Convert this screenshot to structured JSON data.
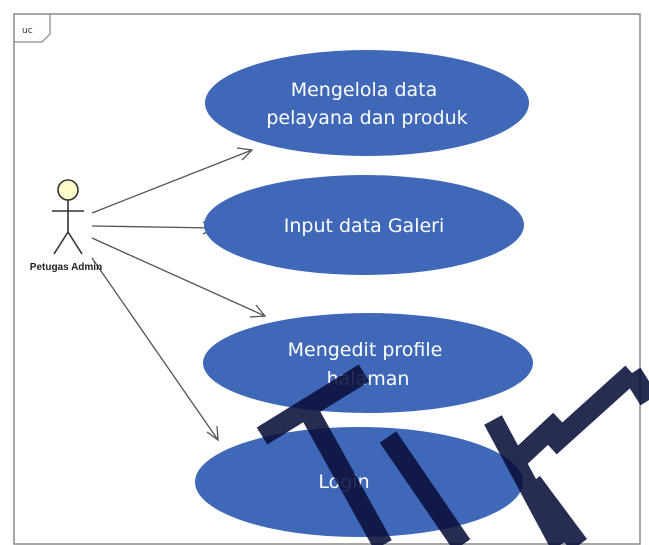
{
  "frame": {
    "label": "uc"
  },
  "actor": {
    "name": "Petugas Admin",
    "icon": "stick-figure-actor-icon",
    "head_color": "#ffffcc"
  },
  "use_cases": [
    {
      "id": "uc1",
      "lines": [
        "Mengelola data",
        "pelayana dan produk"
      ]
    },
    {
      "id": "uc2",
      "lines": [
        "Input data Galeri"
      ]
    },
    {
      "id": "uc3",
      "lines": [
        "Mengedit profile",
        "halaman"
      ]
    },
    {
      "id": "uc4",
      "lines": [
        "Login"
      ]
    }
  ],
  "colors": {
    "use_case_fill": "#3f68b8",
    "use_case_text": "#ffffff",
    "association": "#555555",
    "watermark": "#0a0f3a"
  }
}
